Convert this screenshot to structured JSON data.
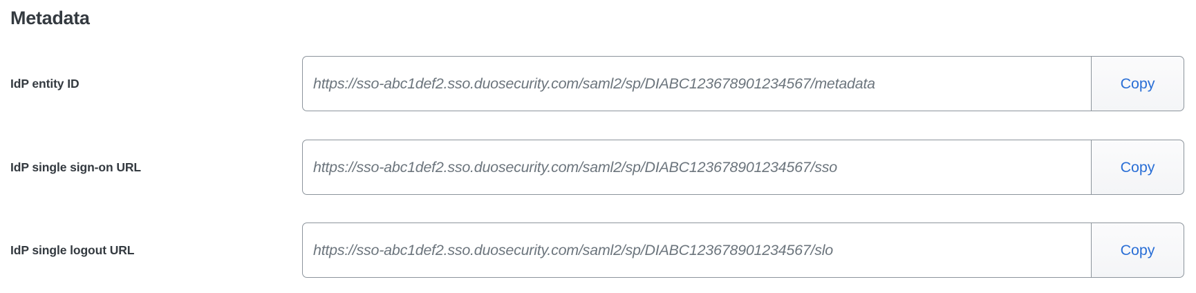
{
  "section": {
    "title": "Metadata"
  },
  "fields": [
    {
      "label": "IdP entity ID",
      "value": "https://sso-abc1def2.sso.duosecurity.com/saml2/sp/DIABC123678901234567/metadata",
      "copy_label": "Copy"
    },
    {
      "label": "IdP single sign-on URL",
      "value": "https://sso-abc1def2.sso.duosecurity.com/saml2/sp/DIABC123678901234567/sso",
      "copy_label": "Copy"
    },
    {
      "label": "IdP single logout URL",
      "value": "https://sso-abc1def2.sso.duosecurity.com/saml2/sp/DIABC123678901234567/slo",
      "copy_label": "Copy"
    }
  ],
  "colors": {
    "heading": "#343a40",
    "label": "#343a40",
    "input_text": "#6c757d",
    "input_border": "#8b939b",
    "button_text": "#2a6fd6",
    "button_background": "#f4f5f7",
    "page_background": "#ffffff"
  }
}
